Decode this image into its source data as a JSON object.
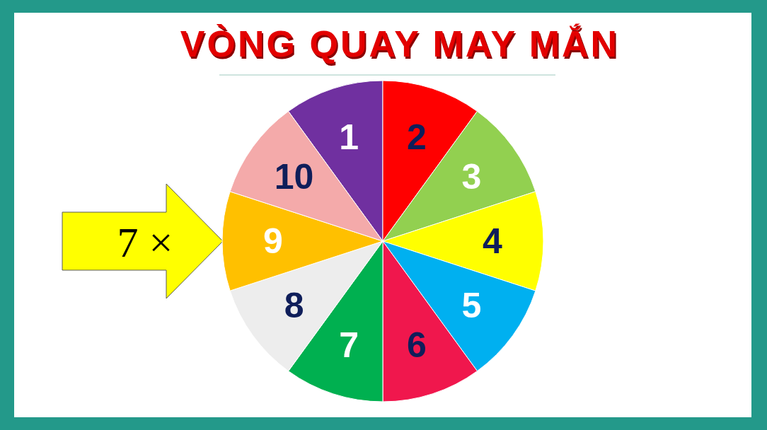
{
  "diagram": {
    "title": "VÒNG QUAY MAY MẮN",
    "nodes": [
      {
        "text": [
          "7 ×"
        ]
      },
      {
        "text": [
          "1"
        ]
      },
      {
        "text": [
          "2"
        ]
      },
      {
        "text": [
          "3"
        ]
      },
      {
        "text": [
          "4"
        ]
      },
      {
        "text": [
          "5"
        ]
      },
      {
        "text": [
          "6"
        ]
      },
      {
        "text": [
          "7"
        ]
      },
      {
        "text": [
          "8"
        ]
      },
      {
        "text": [
          "9"
        ]
      },
      {
        "text": [
          "10"
        ]
      }
    ]
  }
}
